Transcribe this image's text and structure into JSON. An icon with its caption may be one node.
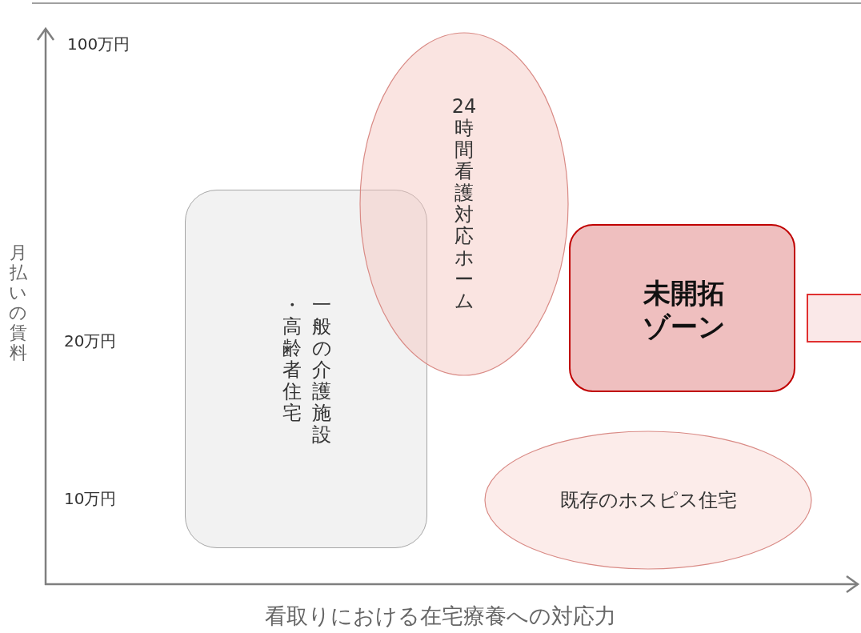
{
  "diagram": {
    "nodes": [
      {
        "text": [
          "一般の介護施設・高齢者住宅"
        ]
      },
      {
        "text": [
          "24時間看護対応ホーム"
        ]
      },
      {
        "text": [
          "未開拓ゾーン"
        ]
      },
      {
        "text": [
          "既存のホスピス住宅"
        ]
      },
      {
        "text": [],
        "shape": "box"
      }
    ],
    "labels": [
      "100万円",
      "20万円",
      "10万円",
      "月払いの賃料",
      "看取りにおける在宅療養への対応力"
    ]
  }
}
